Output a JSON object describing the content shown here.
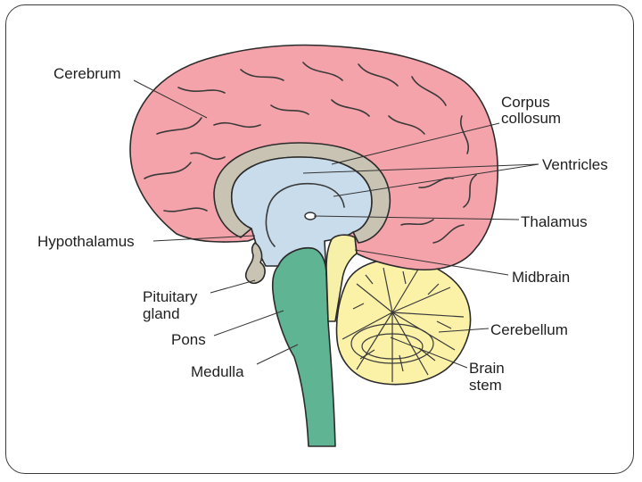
{
  "colors": {
    "cerebrum": "#f5a3ab",
    "corpus_callosum": "#c9c3b3",
    "ventricles": "#c9dcec",
    "brain_stem": "#5fb593",
    "cerebellum": "#fbf2a8",
    "midbrain": "#f7f0a8",
    "outline": "#2b2b2b"
  },
  "labels": {
    "cerebrum": "Cerebrum",
    "corpus_line1": "Corpus",
    "corpus_line2": "collosum",
    "ventricles": "Ventricles",
    "thalamus": "Thalamus",
    "hypothalamus": "Hypothalamus",
    "midbrain": "Midbrain",
    "pituitary_line1": "Pituitary",
    "pituitary_line2": "gland",
    "cerebellum": "Cerebellum",
    "pons": "Pons",
    "brainstem_line1": "Brain",
    "brainstem_line2": "stem",
    "medulla": "Medulla"
  }
}
